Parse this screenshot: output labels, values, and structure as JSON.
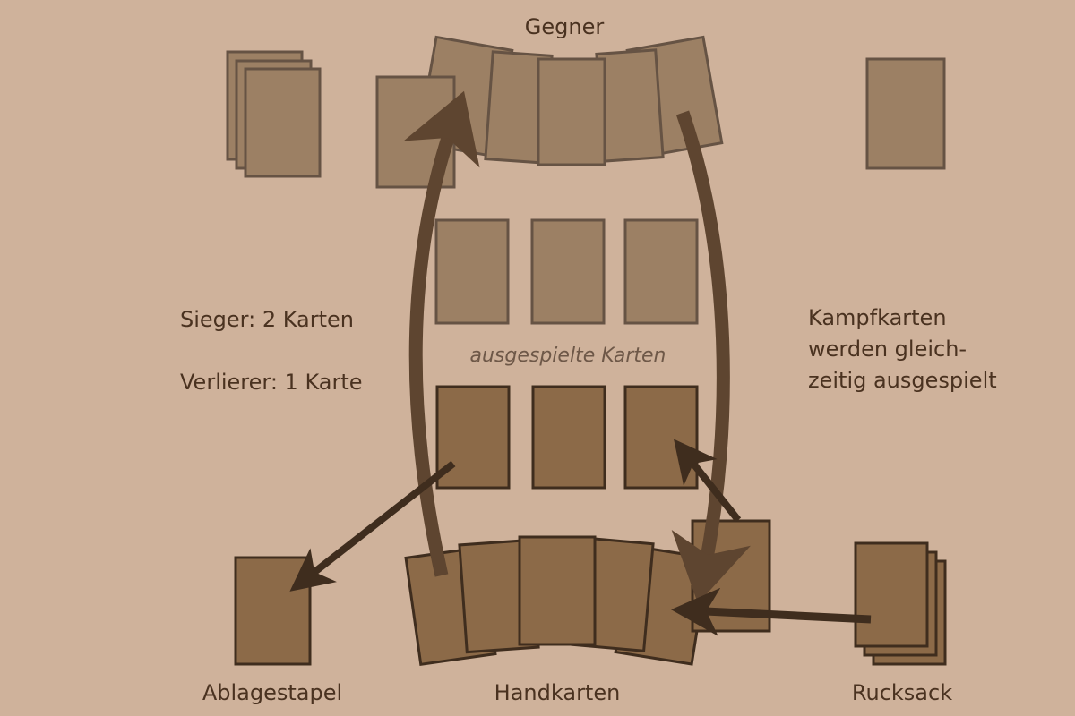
{
  "labels": {
    "opponent": "Gegner",
    "played_cards": "ausgespielte Karten",
    "winner_rule": "Sieger: 2 Karten",
    "loser_rule": "Verlierer: 1 Karte",
    "combat_note_line1": "Kampfkarten",
    "combat_note_line2": "werden gleich-",
    "combat_note_line3": "zeitig ausgespielt",
    "discard_pile": "Ablagestapel",
    "hand_cards": "Handkarten",
    "backpack": "Rucksack"
  },
  "colors": {
    "background": "#cfb29b",
    "opponent_card_fill": "#9c8064",
    "opponent_card_stroke": "#665344",
    "player_card_fill": "#8c6a48",
    "player_card_stroke": "#3f2d1e",
    "big_arrow": "#5e4530",
    "small_arrow": "#3f2d1e",
    "text": "#4a3220"
  }
}
